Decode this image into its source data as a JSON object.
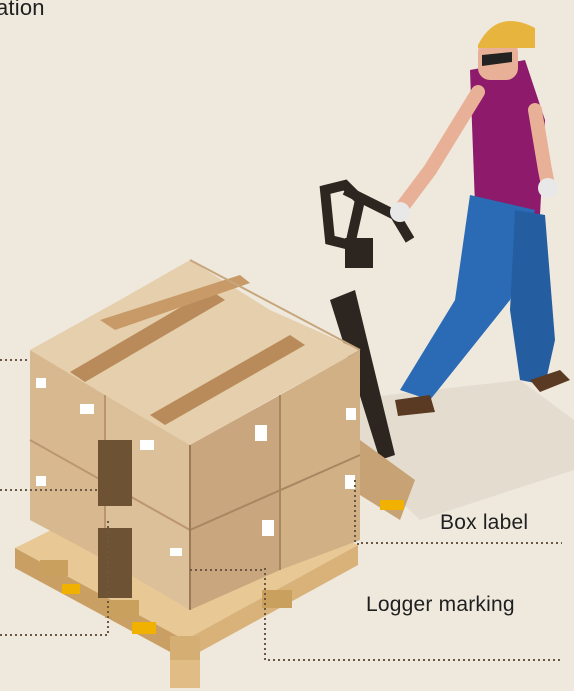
{
  "labels": {
    "top_cut": "ation",
    "box_label": "Box label",
    "logger_marking": "Logger marking"
  },
  "colors": {
    "background": "#eee8dd",
    "box_light": "#e3c9a3",
    "box_mid": "#d3b189",
    "box_dark": "#c09a72",
    "tape": "#b98a5a",
    "pallet": "#e8c995",
    "worker_shirt": "#8d1a6b",
    "worker_jeans": "#2b6bb5",
    "helmet": "#e7b53e",
    "leader_line": "#6b5844"
  },
  "icons": [
    "pallet-illustration",
    "box-stack-illustration",
    "pallet-jack-illustration",
    "worker-illustration"
  ]
}
